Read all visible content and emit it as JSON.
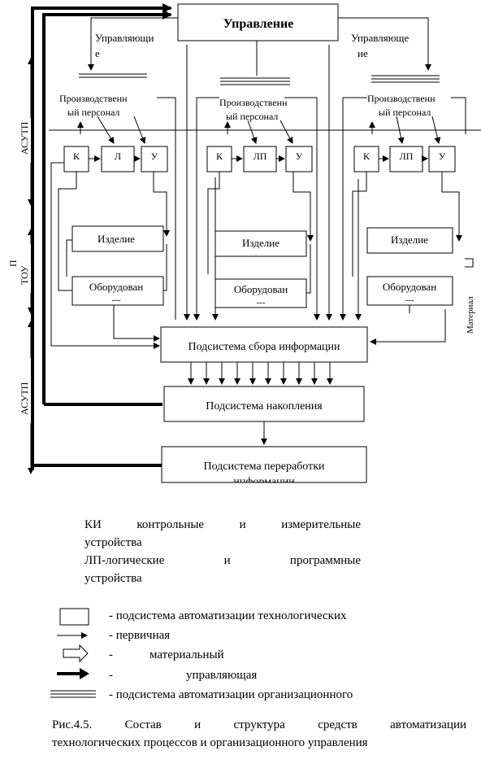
{
  "diagram": {
    "top_box": "Управление",
    "left_top_label_1": "Управляющи",
    "left_top_label_2": "е",
    "right_top_label_1": "Управляюще",
    "right_top_label_2": "ие",
    "groups": [
      {
        "personnel_1": "Производственн",
        "personnel_2": "ый персонал",
        "box_k": "К",
        "box_l": "Л",
        "box_u": "У",
        "product": "Изделие",
        "equipment": "Оборудован",
        "equipment_sub": "---"
      },
      {
        "personnel_1": "Производственн",
        "personnel_2": "ый персонал",
        "box_k": "К",
        "box_l": "ЛП",
        "box_u": "У",
        "product": "Изделие",
        "equipment": "Оборудован",
        "equipment_sub": "---"
      },
      {
        "personnel_1": "Производственн",
        "personnel_2": "ый персонал",
        "box_k": "К",
        "box_l": "ЛП",
        "box_u": "У",
        "product": "Изделие",
        "equipment": "Оборудован",
        "equipment_sub": "---"
      }
    ],
    "side_label_top": "АСУТП",
    "side_label_mid_1": "П",
    "side_label_mid_2": "ТОУ",
    "side_label_bottom": "АСУТП",
    "right_side_label": "Материал",
    "subsystem_collect": "Подсистема сбора информации",
    "subsystem_store": "Подсистема накопления",
    "subsystem_process_1": "Подсистема переработки",
    "subsystem_process_2": "информации"
  },
  "definitions": {
    "ki_1": "КИ контрольные и измерительные",
    "ki_2": "устройства",
    "lp_1": "ЛП-логические и программные",
    "lp_2": "устройства"
  },
  "legend": [
    {
      "symbol": "box-icon",
      "text": "- подсистема автоматизации технологических"
    },
    {
      "symbol": "thin-arrow-icon",
      "text": "- первичная"
    },
    {
      "symbol": "hollow-arrow-icon",
      "text": "- материальный"
    },
    {
      "symbol": "thick-arrow-icon",
      "text": "- управляющая"
    },
    {
      "symbol": "double-line-icon",
      "text": "- подсистема автоматизации организационного"
    }
  ],
  "caption": {
    "line_1": "Рис.4.5. Состав и структура средств автоматизации",
    "line_2": "технологических процессов и организационного управления"
  }
}
